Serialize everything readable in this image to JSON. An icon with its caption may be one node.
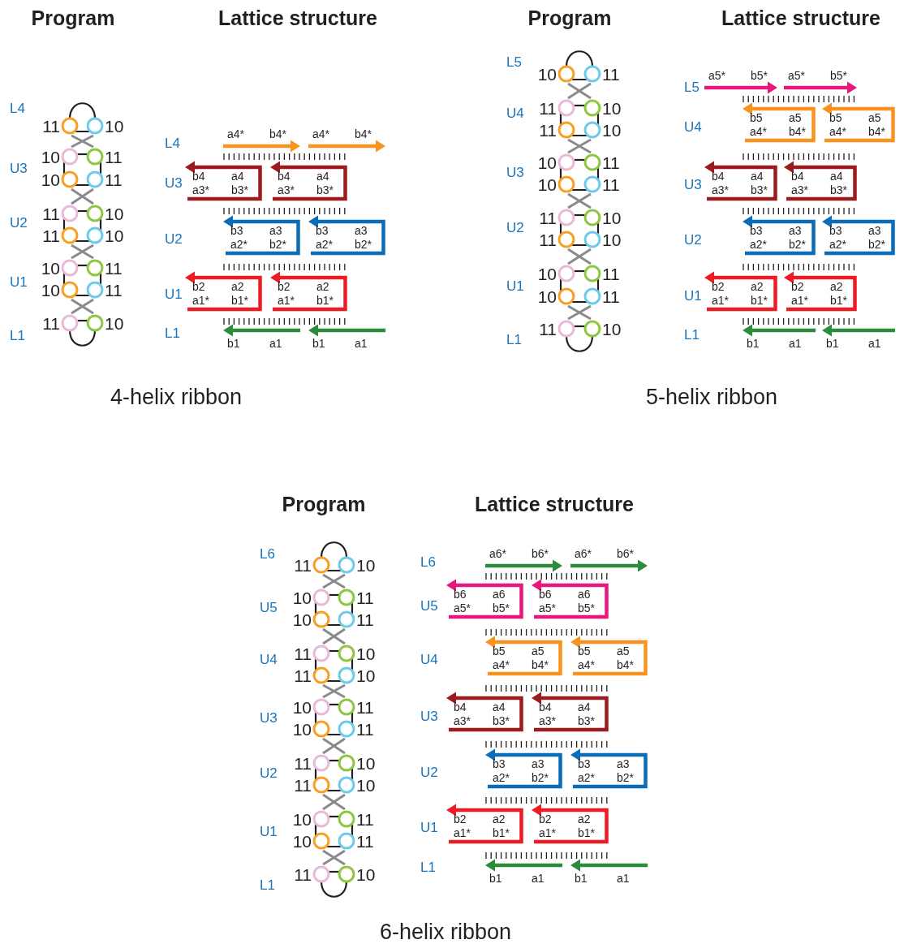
{
  "diagram": {
    "nodes": [
      {
        "text": [
          "a4*",
          "b4*"
        ]
      },
      {
        "text": [
          "a4*",
          "b4*"
        ]
      },
      {
        "text": [
          "b4",
          "a4",
          "a3*",
          "b3*"
        ]
      },
      {
        "text": [
          "b4",
          "a4",
          "a3*",
          "b3*"
        ]
      },
      {
        "text": [
          "b3",
          "a3",
          "a2*",
          "b2*"
        ]
      },
      {
        "text": [
          "b3",
          "a3",
          "a2*",
          "b2*"
        ]
      },
      {
        "text": [
          "b2",
          "a2",
          "a1*",
          "b1*"
        ]
      },
      {
        "text": [
          "b2",
          "a2",
          "a1*",
          "b1*"
        ]
      },
      {
        "text": [
          "b1",
          "a1"
        ]
      },
      {
        "text": [
          "b1",
          "a1"
        ]
      },
      {
        "text": [
          "a5*",
          "b5*"
        ]
      },
      {
        "text": [
          "a5*",
          "b5*"
        ]
      },
      {
        "text": [
          "b5",
          "a5",
          "a4*",
          "b4*"
        ]
      },
      {
        "text": [
          "b5",
          "a5",
          "a4*",
          "b4*"
        ]
      },
      {
        "text": [
          "b4",
          "a4",
          "a3*",
          "b3*"
        ]
      },
      {
        "text": [
          "b4",
          "a4",
          "a3*",
          "b3*"
        ]
      },
      {
        "text": [
          "b3",
          "a3",
          "a2*",
          "b2*"
        ]
      },
      {
        "text": [
          "b3",
          "a3",
          "a2*",
          "b2*"
        ]
      },
      {
        "text": [
          "b2",
          "a2",
          "a1*",
          "b1*"
        ]
      },
      {
        "text": [
          "b2",
          "a2",
          "a1*",
          "b1*"
        ]
      },
      {
        "text": [
          "b1",
          "a1"
        ]
      },
      {
        "text": [
          "b1",
          "a1"
        ]
      },
      {
        "text": [
          "a6*",
          "b6*"
        ]
      },
      {
        "text": [
          "a6*",
          "b6*"
        ]
      },
      {
        "text": [
          "b6",
          "a6",
          "a5*",
          "b5*"
        ]
      },
      {
        "text": [
          "b6",
          "a6",
          "a5*",
          "b5*"
        ]
      },
      {
        "text": [
          "b5",
          "a5",
          "a4*",
          "b4*"
        ]
      },
      {
        "text": [
          "b5",
          "a5",
          "a4*",
          "b4*"
        ]
      },
      {
        "text": [
          "b4",
          "a4",
          "a3*",
          "b3*"
        ]
      },
      {
        "text": [
          "b4",
          "a4",
          "a3*",
          "b3*"
        ]
      },
      {
        "text": [
          "b3",
          "a3",
          "a2*",
          "b2*"
        ]
      },
      {
        "text": [
          "b3",
          "a3",
          "a2*",
          "b2*"
        ]
      },
      {
        "text": [
          "b2",
          "a2",
          "a1*",
          "b1*"
        ]
      },
      {
        "text": [
          "b2",
          "a2",
          "a1*",
          "b1*"
        ]
      },
      {
        "text": [
          "b1",
          "a1"
        ]
      },
      {
        "text": [
          "b1",
          "a1"
        ]
      }
    ],
    "labels": [
      "Program",
      "Lattice structure",
      "L4",
      "11",
      "10",
      "U3",
      "10",
      "11",
      "10",
      "11",
      "U2",
      "11",
      "10",
      "11",
      "10",
      "U1",
      "10",
      "11",
      "10",
      "11",
      "L1",
      "11",
      "10",
      "L4",
      "U3",
      "U2",
      "U1",
      "L1",
      "4-helix ribbon",
      "Program",
      "Lattice structure",
      "L5",
      "10",
      "11",
      "U4",
      "11",
      "10",
      "11",
      "10",
      "U3",
      "10",
      "11",
      "10",
      "11",
      "U2",
      "11",
      "10",
      "11",
      "10",
      "U1",
      "10",
      "11",
      "10",
      "11",
      "L1",
      "11",
      "10",
      "L5",
      "U4",
      "U3",
      "U2",
      "U1",
      "L1",
      "5-helix ribbon",
      "Program",
      "Lattice structure",
      "L6",
      "11",
      "10",
      "U5",
      "10",
      "11",
      "10",
      "11",
      "U4",
      "11",
      "10",
      "11",
      "10",
      "U3",
      "10",
      "11",
      "10",
      "11",
      "U2",
      "11",
      "10",
      "11",
      "10",
      "U1",
      "10",
      "11",
      "10",
      "11",
      "L1",
      "11",
      "10",
      "L6",
      "U5",
      "U4",
      "U3",
      "U2",
      "U1",
      "L1",
      "6-helix ribbon"
    ]
  }
}
